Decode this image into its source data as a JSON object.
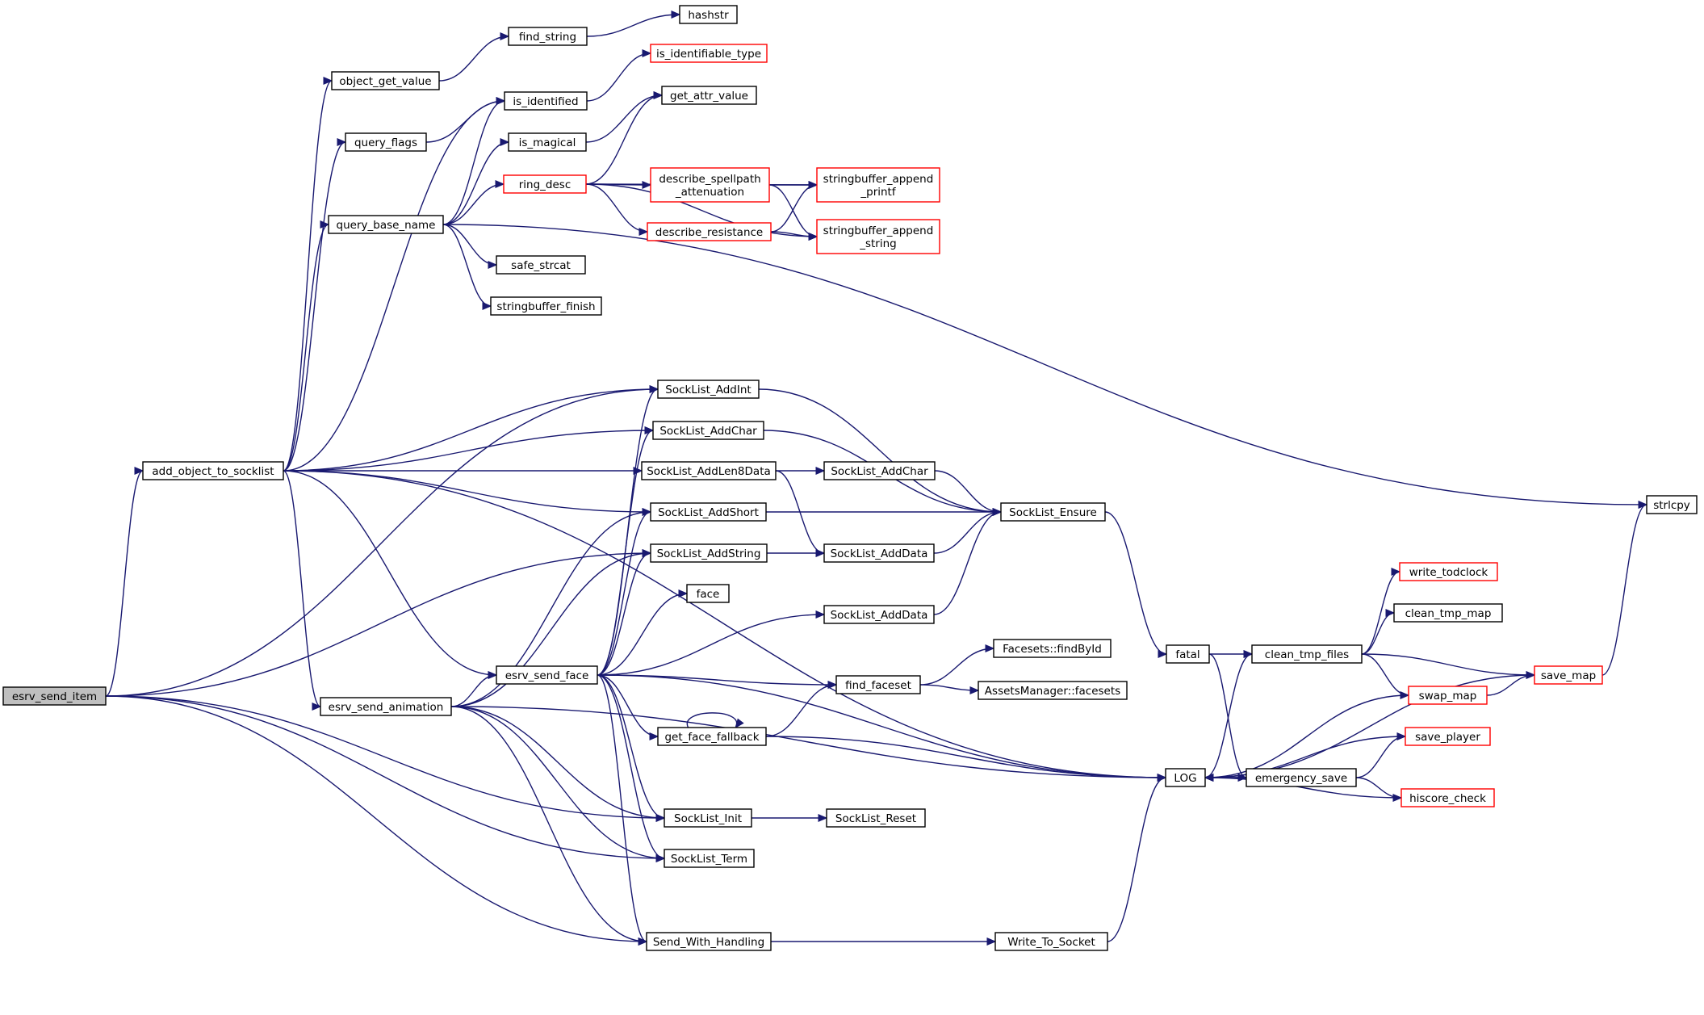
{
  "graph": {
    "root": "esrv_send_item",
    "nodes": [
      {
        "id": "esrv_send_item",
        "label": [
          "esrv_send_item"
        ],
        "root": true
      },
      {
        "id": "add_object_to_socklist",
        "label": [
          "add_object_to_socklist"
        ]
      },
      {
        "id": "object_get_value",
        "label": [
          "object_get_value"
        ]
      },
      {
        "id": "find_string",
        "label": [
          "find_string"
        ]
      },
      {
        "id": "hashstr",
        "label": [
          "hashstr"
        ]
      },
      {
        "id": "query_flags",
        "label": [
          "query_flags"
        ]
      },
      {
        "id": "is_identified",
        "label": [
          "is_identified"
        ]
      },
      {
        "id": "is_identifiable_type",
        "label": [
          "is_identifiable_type"
        ],
        "red": true
      },
      {
        "id": "query_base_name",
        "label": [
          "query_base_name"
        ]
      },
      {
        "id": "is_magical",
        "label": [
          "is_magical"
        ]
      },
      {
        "id": "get_attr_value",
        "label": [
          "get_attr_value"
        ]
      },
      {
        "id": "ring_desc",
        "label": [
          "ring_desc"
        ],
        "red": true
      },
      {
        "id": "describe_spellpath_attenuation",
        "label": [
          "describe_spellpath",
          "_attenuation"
        ],
        "red": true
      },
      {
        "id": "describe_resistance",
        "label": [
          "describe_resistance"
        ],
        "red": true
      },
      {
        "id": "stringbuffer_append_printf",
        "label": [
          "stringbuffer_append",
          "_printf"
        ],
        "red": true
      },
      {
        "id": "stringbuffer_append_string",
        "label": [
          "stringbuffer_append",
          "_string"
        ],
        "red": true
      },
      {
        "id": "safe_strcat",
        "label": [
          "safe_strcat"
        ]
      },
      {
        "id": "stringbuffer_finish",
        "label": [
          "stringbuffer_finish"
        ]
      },
      {
        "id": "strlcpy",
        "label": [
          "strlcpy"
        ]
      },
      {
        "id": "SockList_AddInt",
        "label": [
          "SockList_AddInt"
        ]
      },
      {
        "id": "SockList_AddChar",
        "label": [
          "SockList_AddChar"
        ]
      },
      {
        "id": "SockList_AddLen8Data",
        "label": [
          "SockList_AddLen8Data"
        ]
      },
      {
        "id": "SockList_AddChar2",
        "label": [
          "SockList_AddChar"
        ]
      },
      {
        "id": "SockList_AddShort",
        "label": [
          "SockList_AddShort"
        ]
      },
      {
        "id": "SockList_Ensure",
        "label": [
          "SockList_Ensure"
        ]
      },
      {
        "id": "SockList_AddString",
        "label": [
          "SockList_AddString"
        ]
      },
      {
        "id": "SockList_AddData",
        "label": [
          "SockList_AddData"
        ]
      },
      {
        "id": "face",
        "label": [
          "face"
        ]
      },
      {
        "id": "SockList_AddData2",
        "label": [
          "SockList_AddData"
        ]
      },
      {
        "id": "esrv_send_face",
        "label": [
          "esrv_send_face"
        ]
      },
      {
        "id": "esrv_send_animation",
        "label": [
          "esrv_send_animation"
        ]
      },
      {
        "id": "find_faceset",
        "label": [
          "find_faceset"
        ]
      },
      {
        "id": "Facesets_findById",
        "label": [
          "Facesets::findById"
        ]
      },
      {
        "id": "AssetsManager_facesets",
        "label": [
          "AssetsManager::facesets"
        ]
      },
      {
        "id": "get_face_fallback",
        "label": [
          "get_face_fallback"
        ]
      },
      {
        "id": "fatal",
        "label": [
          "fatal"
        ]
      },
      {
        "id": "clean_tmp_files",
        "label": [
          "clean_tmp_files"
        ]
      },
      {
        "id": "write_todclock",
        "label": [
          "write_todclock"
        ],
        "red": true
      },
      {
        "id": "clean_tmp_map",
        "label": [
          "clean_tmp_map"
        ]
      },
      {
        "id": "save_map",
        "label": [
          "save_map"
        ],
        "red": true
      },
      {
        "id": "swap_map",
        "label": [
          "swap_map"
        ],
        "red": true
      },
      {
        "id": "save_player",
        "label": [
          "save_player"
        ],
        "red": true
      },
      {
        "id": "LOG",
        "label": [
          "LOG"
        ]
      },
      {
        "id": "emergency_save",
        "label": [
          "emergency_save"
        ]
      },
      {
        "id": "hiscore_check",
        "label": [
          "hiscore_check"
        ],
        "red": true
      },
      {
        "id": "SockList_Init",
        "label": [
          "SockList_Init"
        ]
      },
      {
        "id": "SockList_Reset",
        "label": [
          "SockList_Reset"
        ]
      },
      {
        "id": "SockList_Term",
        "label": [
          "SockList_Term"
        ]
      },
      {
        "id": "Send_With_Handling",
        "label": [
          "Send_With_Handling"
        ]
      },
      {
        "id": "Write_To_Socket",
        "label": [
          "Write_To_Socket"
        ]
      }
    ],
    "edges": [
      [
        "esrv_send_item",
        "add_object_to_socklist"
      ],
      [
        "esrv_send_item",
        "SockList_AddInt"
      ],
      [
        "esrv_send_item",
        "SockList_AddString"
      ],
      [
        "esrv_send_item",
        "SockList_Init"
      ],
      [
        "esrv_send_item",
        "SockList_Term"
      ],
      [
        "esrv_send_item",
        "Send_With_Handling"
      ],
      [
        "add_object_to_socklist",
        "object_get_value"
      ],
      [
        "add_object_to_socklist",
        "query_flags"
      ],
      [
        "add_object_to_socklist",
        "is_identified"
      ],
      [
        "add_object_to_socklist",
        "query_base_name"
      ],
      [
        "add_object_to_socklist",
        "SockList_AddInt"
      ],
      [
        "add_object_to_socklist",
        "SockList_AddChar"
      ],
      [
        "add_object_to_socklist",
        "SockList_AddLen8Data"
      ],
      [
        "add_object_to_socklist",
        "SockList_AddShort"
      ],
      [
        "add_object_to_socklist",
        "esrv_send_face"
      ],
      [
        "add_object_to_socklist",
        "esrv_send_animation"
      ],
      [
        "add_object_to_socklist",
        "LOG"
      ],
      [
        "object_get_value",
        "find_string"
      ],
      [
        "find_string",
        "hashstr"
      ],
      [
        "query_flags",
        "is_identified"
      ],
      [
        "is_identified",
        "is_identifiable_type"
      ],
      [
        "query_base_name",
        "is_identified"
      ],
      [
        "query_base_name",
        "is_magical"
      ],
      [
        "query_base_name",
        "ring_desc"
      ],
      [
        "query_base_name",
        "safe_strcat"
      ],
      [
        "query_base_name",
        "stringbuffer_finish"
      ],
      [
        "query_base_name",
        "strlcpy"
      ],
      [
        "is_magical",
        "get_attr_value"
      ],
      [
        "ring_desc",
        "get_attr_value"
      ],
      [
        "ring_desc",
        "describe_spellpath_attenuation"
      ],
      [
        "ring_desc",
        "describe_resistance"
      ],
      [
        "ring_desc",
        "stringbuffer_append_printf"
      ],
      [
        "ring_desc",
        "stringbuffer_append_string"
      ],
      [
        "describe_spellpath_attenuation",
        "stringbuffer_append_printf"
      ],
      [
        "describe_spellpath_attenuation",
        "stringbuffer_append_string"
      ],
      [
        "describe_resistance",
        "stringbuffer_append_printf"
      ],
      [
        "describe_resistance",
        "stringbuffer_append_string"
      ],
      [
        "SockList_AddInt",
        "SockList_Ensure"
      ],
      [
        "SockList_AddChar",
        "SockList_Ensure"
      ],
      [
        "SockList_AddLen8Data",
        "SockList_AddChar2"
      ],
      [
        "SockList_AddLen8Data",
        "SockList_AddData"
      ],
      [
        "SockList_AddChar2",
        "SockList_Ensure"
      ],
      [
        "SockList_AddShort",
        "SockList_Ensure"
      ],
      [
        "SockList_AddString",
        "SockList_AddData"
      ],
      [
        "SockList_AddData",
        "SockList_Ensure"
      ],
      [
        "SockList_AddData2",
        "SockList_Ensure"
      ],
      [
        "SockList_Ensure",
        "fatal"
      ],
      [
        "esrv_send_face",
        "SockList_AddInt"
      ],
      [
        "esrv_send_face",
        "SockList_AddChar"
      ],
      [
        "esrv_send_face",
        "SockList_AddShort"
      ],
      [
        "esrv_send_face",
        "SockList_AddString"
      ],
      [
        "esrv_send_face",
        "face"
      ],
      [
        "esrv_send_face",
        "SockList_AddData2"
      ],
      [
        "esrv_send_face",
        "find_faceset"
      ],
      [
        "esrv_send_face",
        "get_face_fallback"
      ],
      [
        "esrv_send_face",
        "LOG"
      ],
      [
        "esrv_send_face",
        "SockList_Init"
      ],
      [
        "esrv_send_face",
        "SockList_Term"
      ],
      [
        "esrv_send_face",
        "Send_With_Handling"
      ],
      [
        "esrv_send_animation",
        "esrv_send_face"
      ],
      [
        "esrv_send_animation",
        "SockList_AddShort"
      ],
      [
        "esrv_send_animation",
        "SockList_AddString"
      ],
      [
        "esrv_send_animation",
        "SockList_Init"
      ],
      [
        "esrv_send_animation",
        "SockList_Term"
      ],
      [
        "esrv_send_animation",
        "Send_With_Handling"
      ],
      [
        "esrv_send_animation",
        "LOG"
      ],
      [
        "find_faceset",
        "Facesets_findById"
      ],
      [
        "find_faceset",
        "AssetsManager_facesets"
      ],
      [
        "get_face_fallback",
        "find_faceset"
      ],
      [
        "get_face_fallback",
        "get_face_fallback"
      ],
      [
        "get_face_fallback",
        "LOG"
      ],
      [
        "fatal",
        "clean_tmp_files"
      ],
      [
        "fatal",
        "emergency_save"
      ],
      [
        "clean_tmp_files",
        "write_todclock"
      ],
      [
        "clean_tmp_files",
        "clean_tmp_map"
      ],
      [
        "clean_tmp_files",
        "save_map"
      ],
      [
        "clean_tmp_files",
        "swap_map"
      ],
      [
        "swap_map",
        "save_map"
      ],
      [
        "swap_map",
        "LOG"
      ],
      [
        "save_map",
        "strlcpy"
      ],
      [
        "save_map",
        "LOG"
      ],
      [
        "LOG",
        "clean_tmp_files"
      ],
      [
        "LOG",
        "emergency_save"
      ],
      [
        "emergency_save",
        "LOG"
      ],
      [
        "emergency_save",
        "save_player"
      ],
      [
        "emergency_save",
        "hiscore_check"
      ],
      [
        "save_player",
        "LOG"
      ],
      [
        "hiscore_check",
        "LOG"
      ],
      [
        "SockList_Init",
        "SockList_Reset"
      ],
      [
        "Send_With_Handling",
        "Write_To_Socket"
      ],
      [
        "Write_To_Socket",
        "LOG"
      ]
    ]
  }
}
